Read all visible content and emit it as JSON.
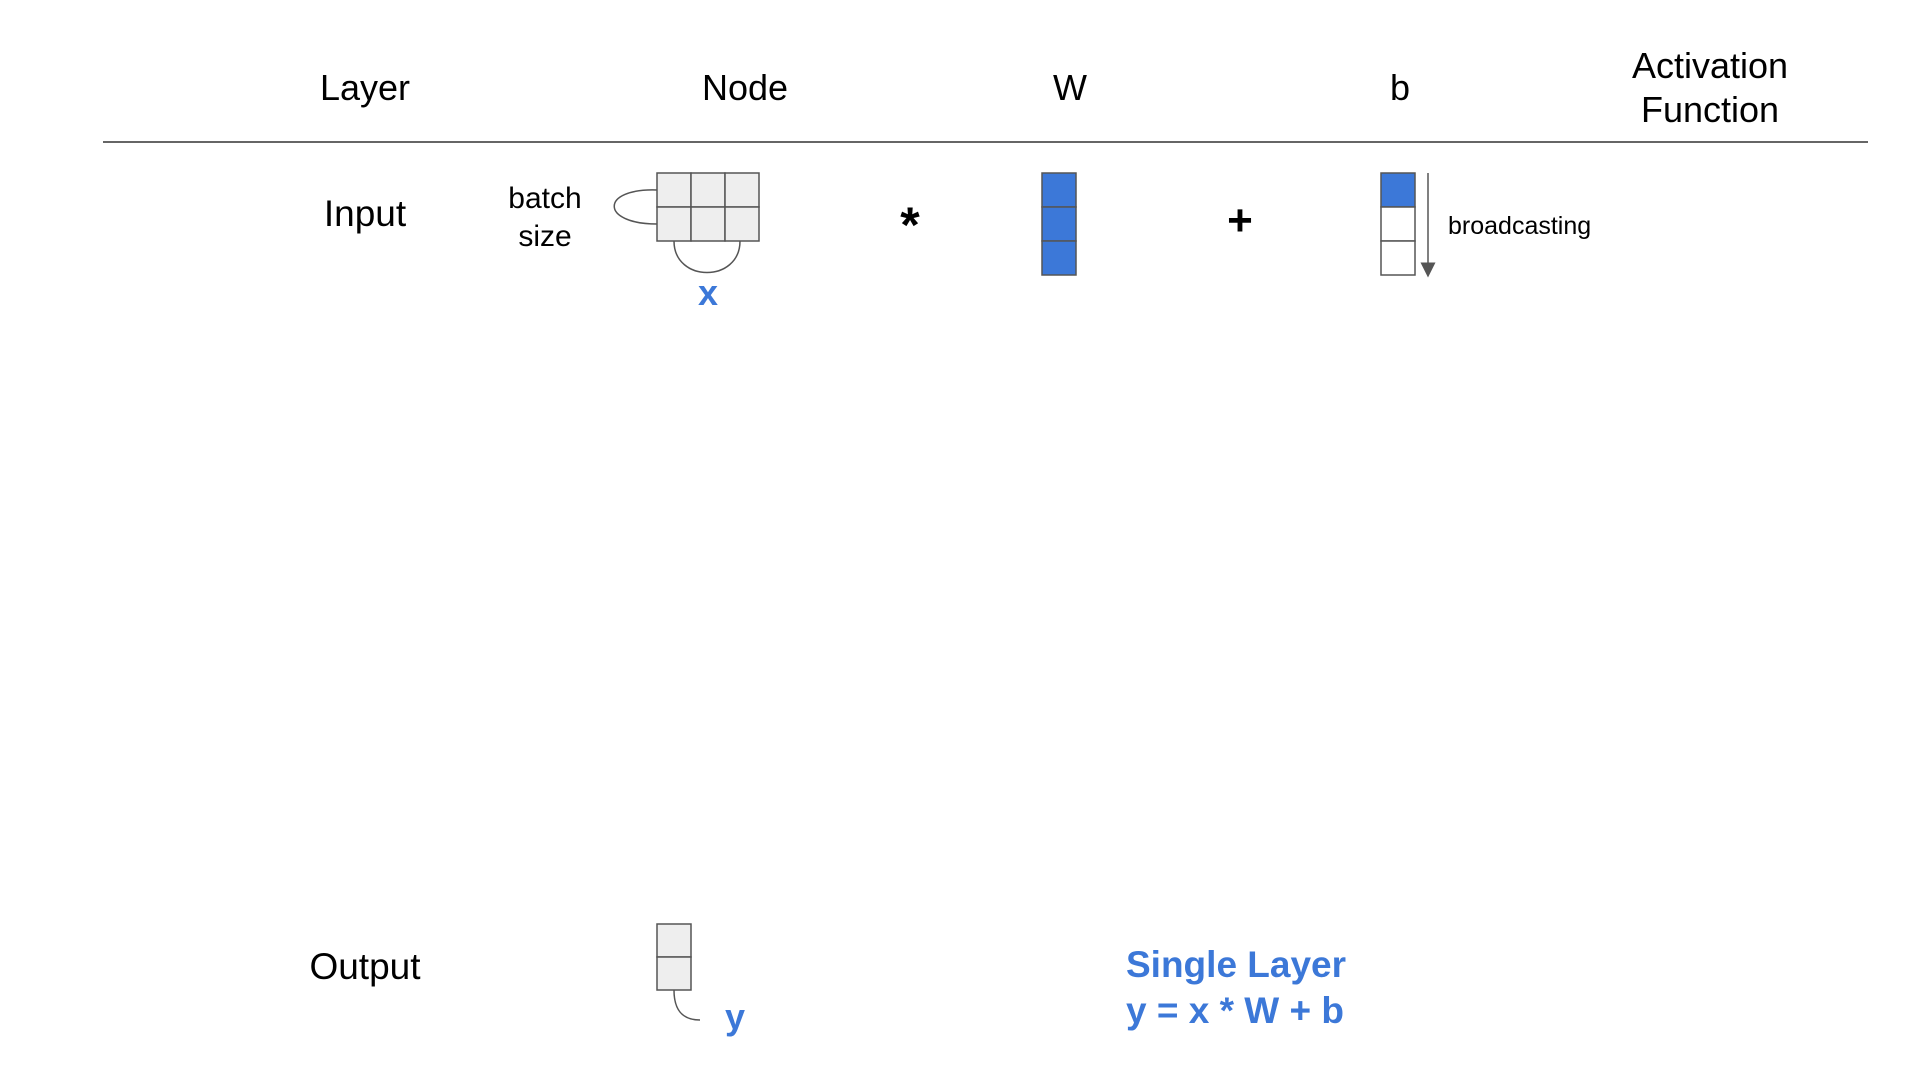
{
  "header": {
    "layer": "Layer",
    "node": "Node",
    "w": "W",
    "b": "b",
    "activation_line1": "Activation",
    "activation_line2": "Function"
  },
  "rows": {
    "input": "Input",
    "output": "Output"
  },
  "node_annotations": {
    "batch_line1": "batch",
    "batch_line2": "size",
    "x_label": "x",
    "y_label": "y",
    "broadcasting": "broadcasting"
  },
  "operators": {
    "multiply": "*",
    "plus": "+"
  },
  "formula": {
    "title": "Single Layer",
    "equation": "y = x * W + b"
  },
  "colors": {
    "accent_blue": "#3c78d8",
    "cell_gray": "#eeeeee",
    "stroke": "#555555",
    "rule": "#666666"
  }
}
